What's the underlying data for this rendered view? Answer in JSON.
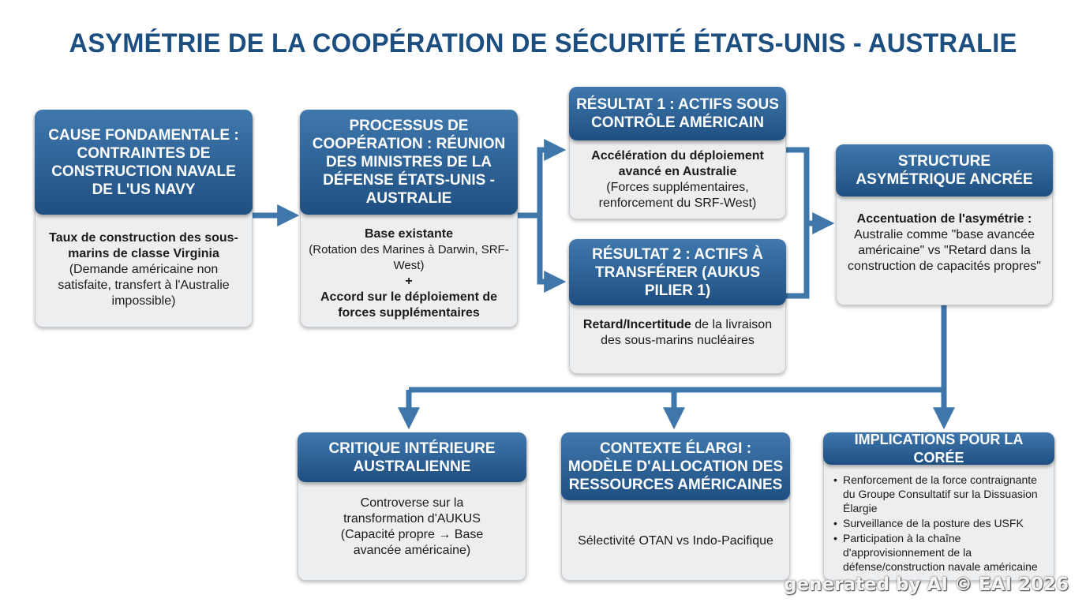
{
  "title": "ASYMÉTRIE DE LA COOPÉRATION DE SÉCURITÉ ÉTATS-UNIS - AUSTRALIE",
  "cause": {
    "header": "CAUSE FONDAMENTALE : CONTRAINTES DE CONSTRUCTION NAVALE DE L'US NAVY",
    "bold": "Taux de construction des sous-marins de classe Virginia",
    "text": "(Demande américaine non satisfaite, transfert à l'Australie impossible)"
  },
  "process": {
    "header": "PROCESSUS DE COOPÉRATION : RÉUNION DES MINISTRES DE LA DÉFENSE ÉTATS-UNIS - AUSTRALIE",
    "bold1": "Base existante",
    "text1": "(Rotation des Marines à Darwin, SRF-West)",
    "plus": "+",
    "bold2": "Accord sur le déploiement de forces supplémentaires"
  },
  "result1": {
    "header": "RÉSULTAT 1 : ACTIFS SOUS CONTRÔLE AMÉRICAIN",
    "bold": "Accélération du déploiement avancé en Australie",
    "text": "(Forces supplémentaires, renforcement du SRF-West)"
  },
  "result2": {
    "header": "RÉSULTAT 2 : ACTIFS À TRANSFÉRER (AUKUS PILIER 1)",
    "bold": "Retard/Incertitude",
    "text": " de la livraison des sous-marins nucléaires"
  },
  "structure": {
    "header": "STRUCTURE ASYMÉTRIQUE ANCRÉE",
    "bold": "Accentuation de l'asymétrie :",
    "text": "Australie comme \"base avancée américaine\" vs \"Retard dans la construction de capacités propres\""
  },
  "critique": {
    "header": "CRITIQUE INTÉRIEURE AUSTRALIENNE",
    "text": "Controverse sur la transformation d'AUKUS (Capacité propre → Base avancée américaine)"
  },
  "context": {
    "header": "CONTEXTE ÉLARGI : MODÈLE D'ALLOCATION DES RESSOURCES AMÉRICAINES",
    "text": "Sélectivité OTAN vs Indo-Pacifique"
  },
  "korea": {
    "header": "IMPLICATIONS POUR LA CORÉE",
    "items": [
      "Renforcement de la force contraignante du Groupe Consultatif sur la Dissuasion Élargie",
      "Surveillance de la posture des USFK",
      "Participation à la chaîne d'approvisionnement de la défense/construction navale américaine"
    ]
  },
  "watermark": "generated by AI © EAI 2026",
  "colors": {
    "header": "#2a5f94",
    "arrow": "#3f77ab",
    "title": "#1c4f7f",
    "box": "#eceef0"
  }
}
